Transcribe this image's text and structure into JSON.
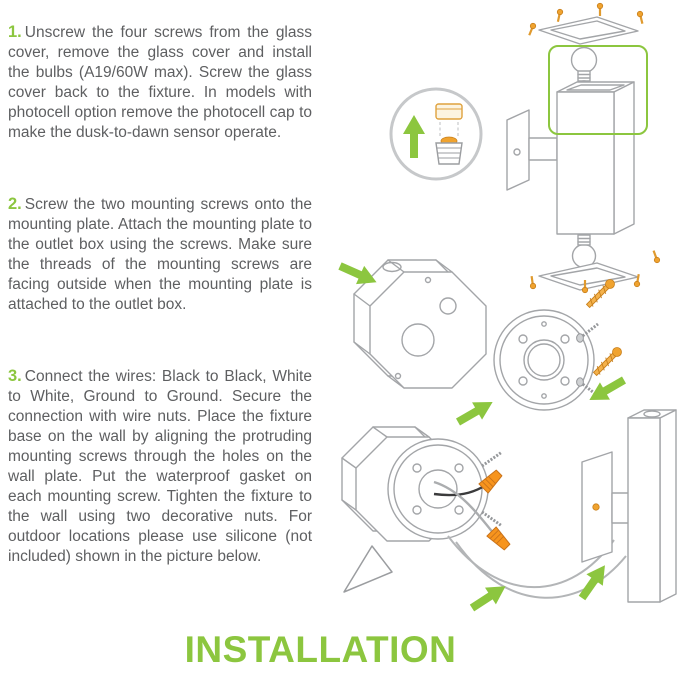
{
  "title": "INSTALLATION",
  "steps": [
    {
      "number": "1.",
      "text": "Unscrew the four screws from the glass cover, remove the glass cover and install the bulbs (A19/60W max). Screw the glass cover back to the fixture. In models with photocell option remove the photocell cap to make the dusk-to-dawn sensor operate."
    },
    {
      "number": "2.",
      "text": "Screw the two mounting screws onto the mounting plate. Attach the mounting plate to the outlet box using the screws. Make sure the threads of the mounting screws are facing outside when the mounting plate is attached to the outlet box."
    },
    {
      "number": "3.",
      "text": "Connect the wires: Black to Black, White to White, Ground to Ground. Secure the connection with wire nuts. Place the fixture base on the wall by aligning the protruding mounting screws through the holes on the wall plate. Put the waterproof gasket on each mounting screw. Tighten the fixture to the wall using two decorative nuts. For outdoor locations please use silicone (not included) shown in the picture below."
    }
  ],
  "colors": {
    "accent_green": "#8CC63F",
    "screw_orange": "#F0A32F",
    "wire_nut_orange": "#F7941D",
    "line_gray": "#A3A5A8",
    "text_gray": "#5E5F61"
  },
  "icons": {
    "up_arrow": "green-up-arrow-icon",
    "direction_arrow": "green-direction-arrow-icon",
    "screw": "screw-icon",
    "wire_nut": "wire-nut-icon"
  }
}
